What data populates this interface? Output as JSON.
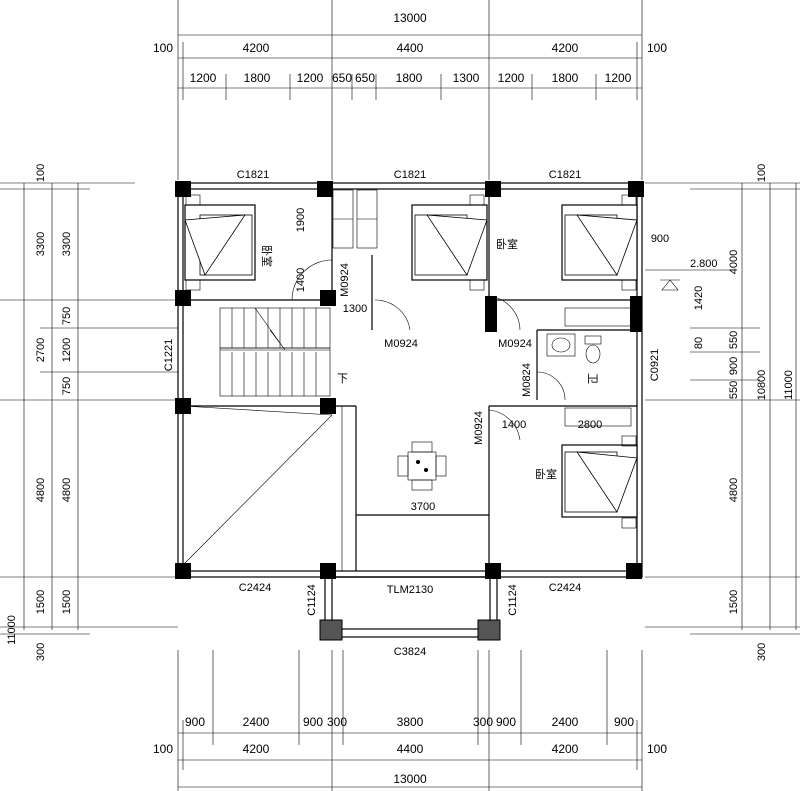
{
  "dimensions": {
    "top_total": "13000",
    "top_bays": [
      "100",
      "4200",
      "4400",
      "4200",
      "100"
    ],
    "top_sub": [
      "1200",
      "1800",
      "1200",
      "650",
      "650",
      "1800",
      "1300",
      "1200",
      "1800",
      "1200"
    ],
    "bottom_total": "13000",
    "bottom_bays": [
      "100",
      "4200",
      "4400",
      "4200",
      "100"
    ],
    "bottom_sub": [
      "900",
      "2400",
      "900",
      "300",
      "3800",
      "300",
      "900",
      "2400",
      "900"
    ],
    "left_total": "11000",
    "left_outer": [
      "100",
      "3300",
      "2700",
      "4800",
      "1500",
      "300"
    ],
    "left_inner": [
      "3300",
      "750",
      "1200",
      "750",
      "4800",
      "1500"
    ],
    "right_total": "11000",
    "right_outer": [
      "100",
      "4000",
      "10800",
      "4800",
      "1500",
      "300"
    ],
    "right_inner": [
      "550",
      "900",
      "550"
    ]
  },
  "labels": {
    "windows": [
      "C1821",
      "C1821",
      "C1821",
      "C1221",
      "C0921",
      "C2424",
      "C2424",
      "C1124",
      "C1124",
      "C3824"
    ],
    "door_tlm": "TLM2130",
    "doors": [
      "M0924",
      "M0924",
      "M0924",
      "M0824",
      "M0924"
    ],
    "room_bed": "卧室",
    "room_bath": "卫",
    "stair_down": "下",
    "inner_dims": [
      "1900",
      "1400",
      "1300",
      "900",
      "1420",
      "80",
      "1400",
      "2800",
      "3700"
    ],
    "elevation": "2.800"
  }
}
